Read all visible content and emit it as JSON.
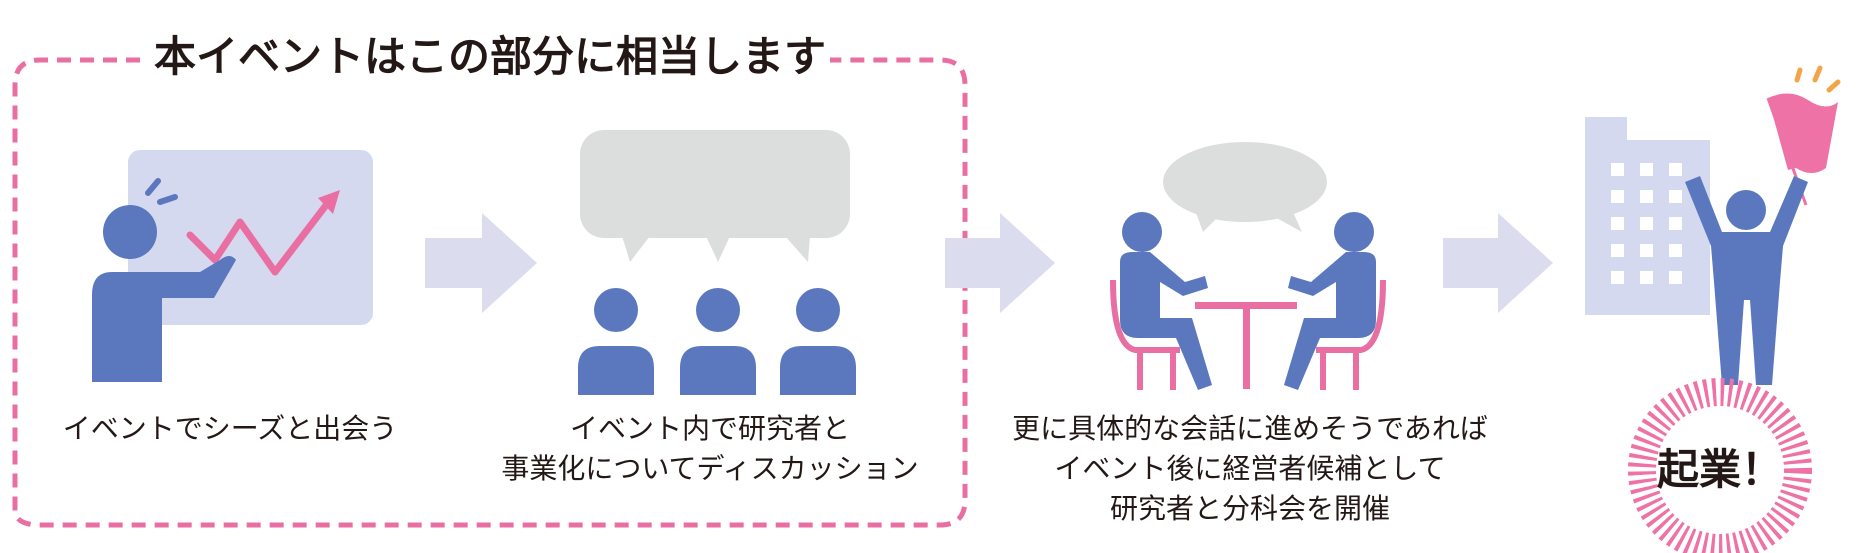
{
  "section_title": "本イベントはこの部分に相当します",
  "steps": [
    {
      "caption": [
        "イベントでシーズと出会う"
      ]
    },
    {
      "caption": [
        "イベント内で研究者と",
        "事業化についてディスカッション"
      ]
    },
    {
      "caption": [
        "更に具体的な会話に進めそうであれば",
        "イベント後に経営者候補として",
        "研究者と分科会を開催"
      ]
    },
    {
      "caption": [
        "起業！"
      ]
    }
  ],
  "colors": {
    "figure_blue": "#5b78bf",
    "panel_lavender": "#d5d9ef",
    "arrow_lavender": "#dcdcef",
    "accent_pink": "#e96fa3",
    "bubble_gray": "#dcdddd",
    "flag_pink": "#ee72a6",
    "spark_orange": "#f4a446"
  },
  "icons": [
    "presenter-with-chart-icon",
    "audience-with-speech-bubble-icon",
    "two-people-at-table-icon",
    "person-with-flag-and-building-icon"
  ]
}
